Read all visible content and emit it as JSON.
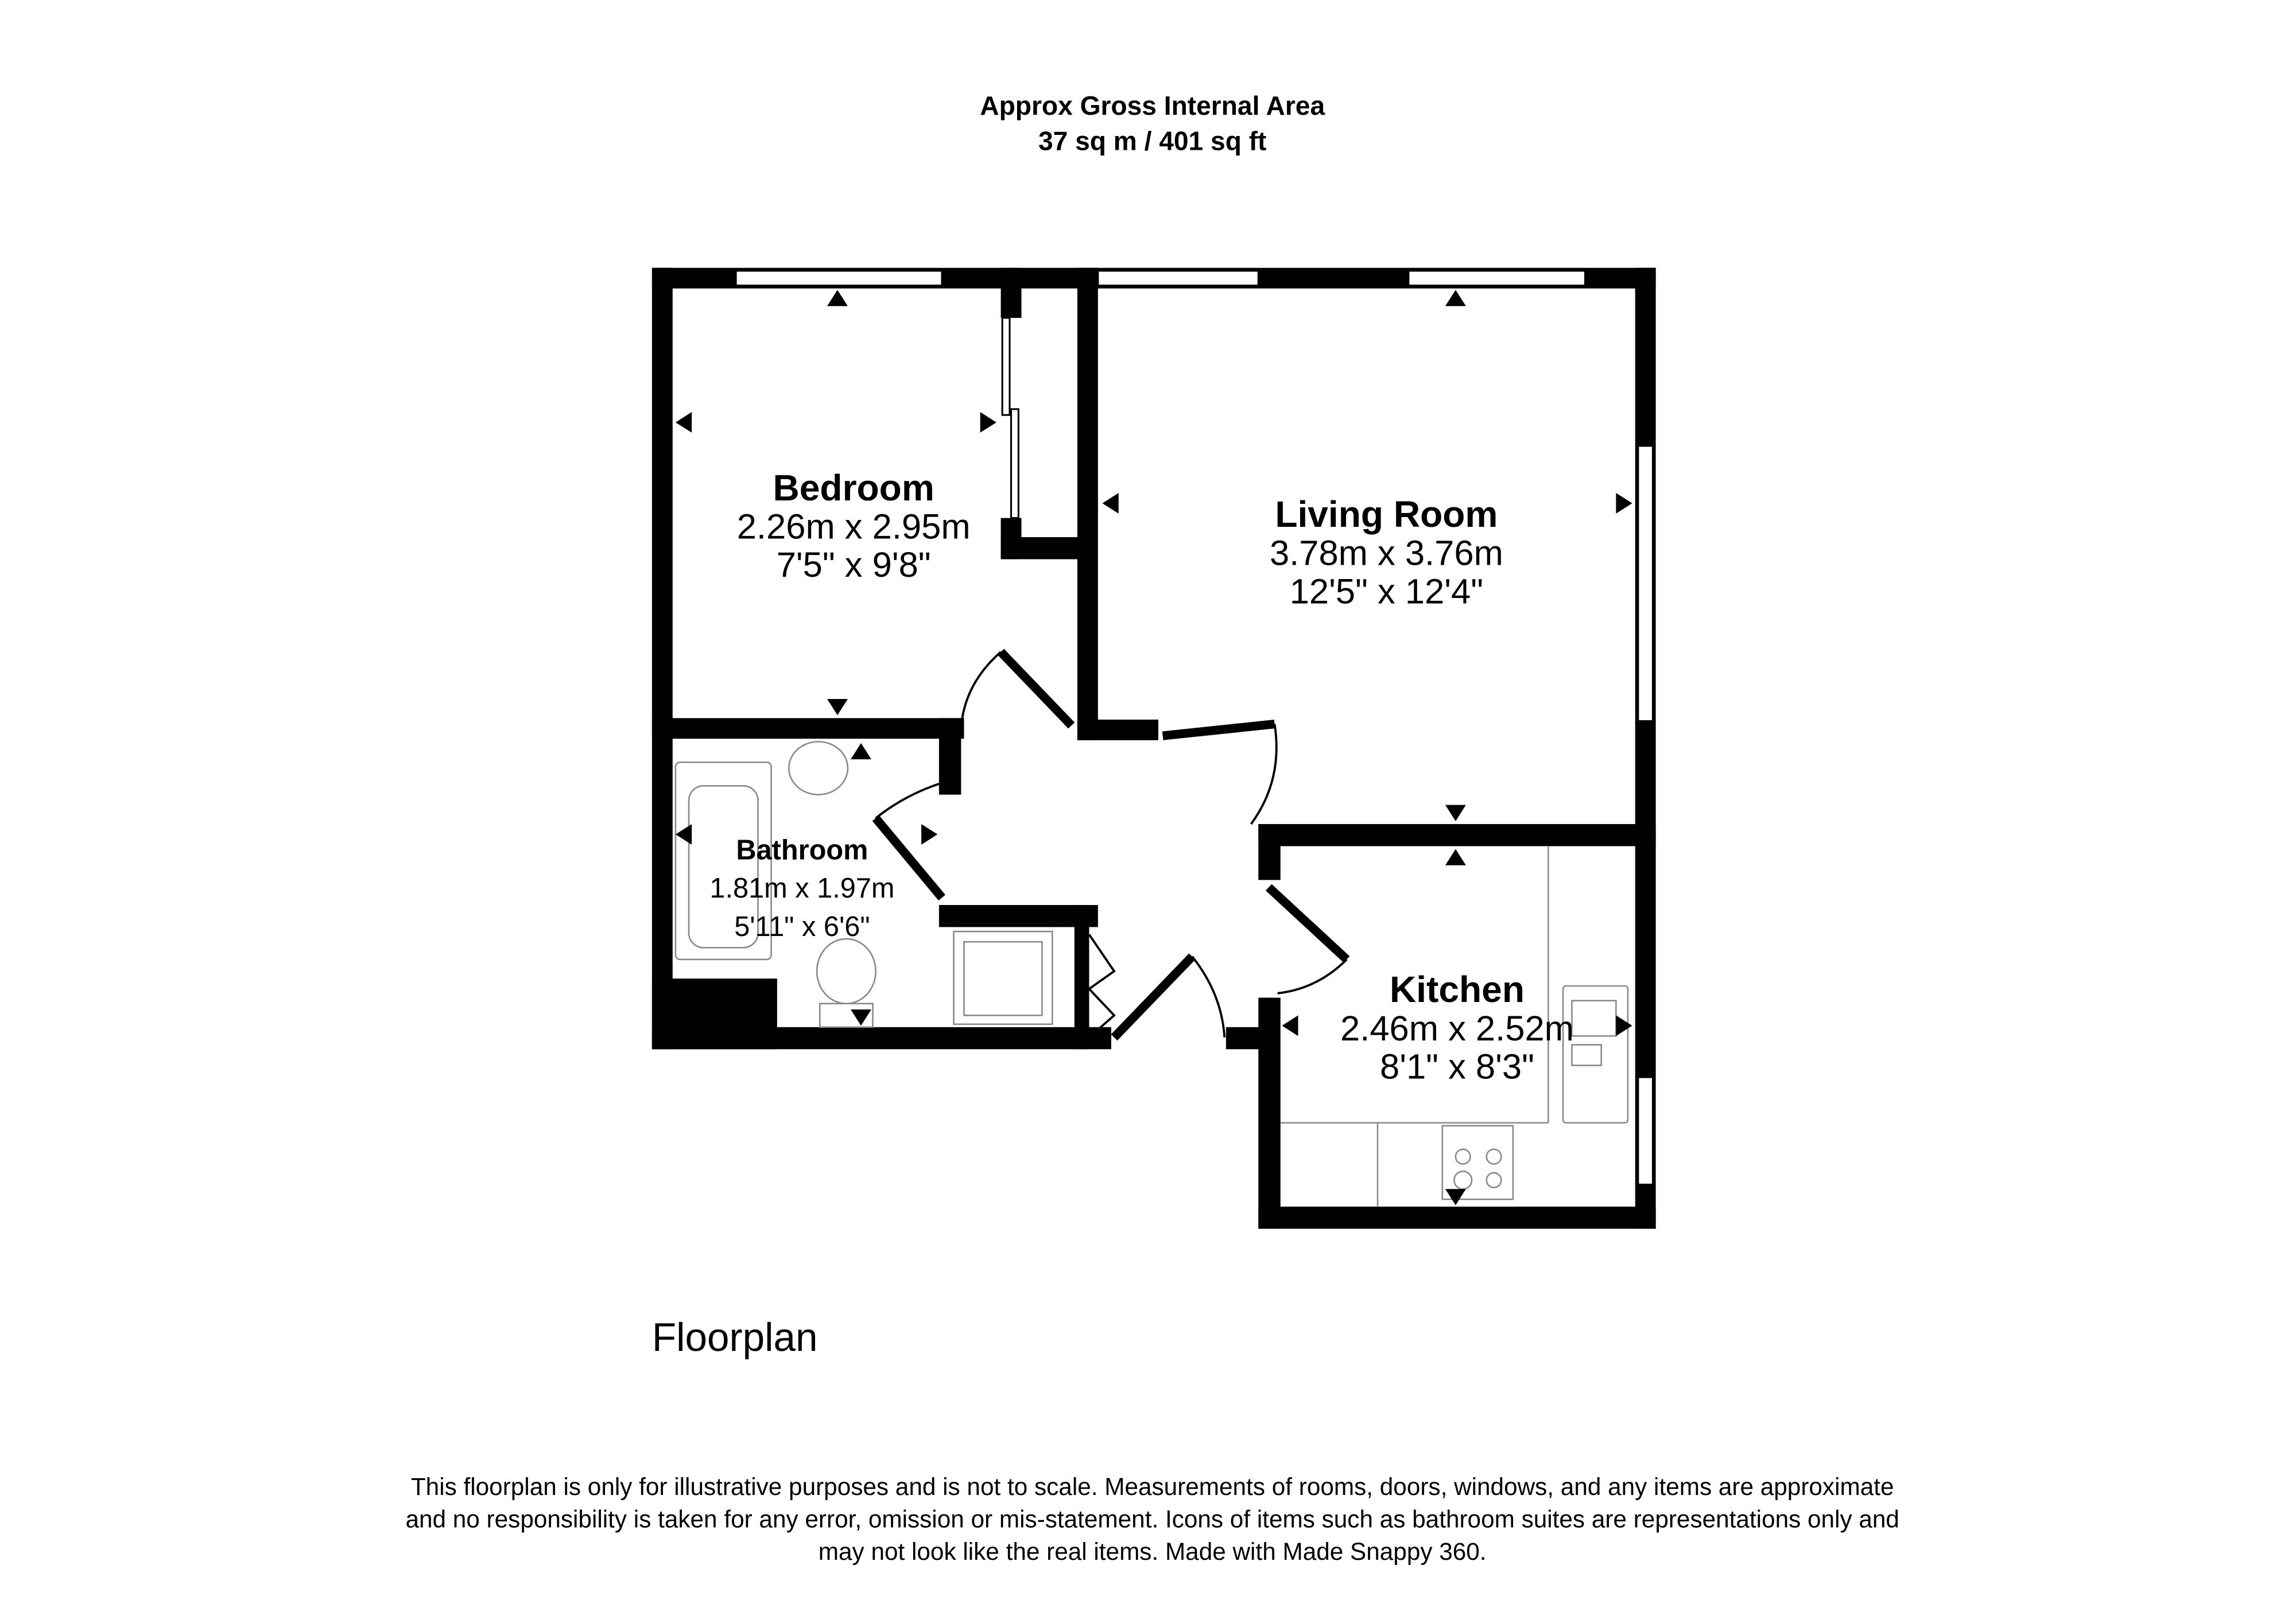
{
  "header": {
    "line1": "Approx Gross Internal Area",
    "line2": "37 sq m / 401 sq ft"
  },
  "rooms": [
    {
      "name": "Bedroom",
      "metric": "2.26m x 2.95m",
      "imperial": "7'5\" x 9'8\""
    },
    {
      "name": "Living Room",
      "metric": "3.78m x 3.76m",
      "imperial": "12'5\" x 12'4\""
    },
    {
      "name": "Bathroom",
      "metric": "1.81m x 1.97m",
      "imperial": "5'11\" x 6'6\""
    },
    {
      "name": "Kitchen",
      "metric": "2.46m x 2.52m",
      "imperial": "8'1\" x 8'3\""
    }
  ],
  "floor_label": "Floorplan",
  "disclaimer": [
    "This floorplan is only for illustrative purposes and is not to scale. Measurements of rooms, doors, windows, and any items are approximate",
    "and no responsibility is taken for any error, omission or mis-statement. Icons of items such as bathroom suites are representations only and",
    "may not look like the real items. Made with Made Snappy 360."
  ]
}
